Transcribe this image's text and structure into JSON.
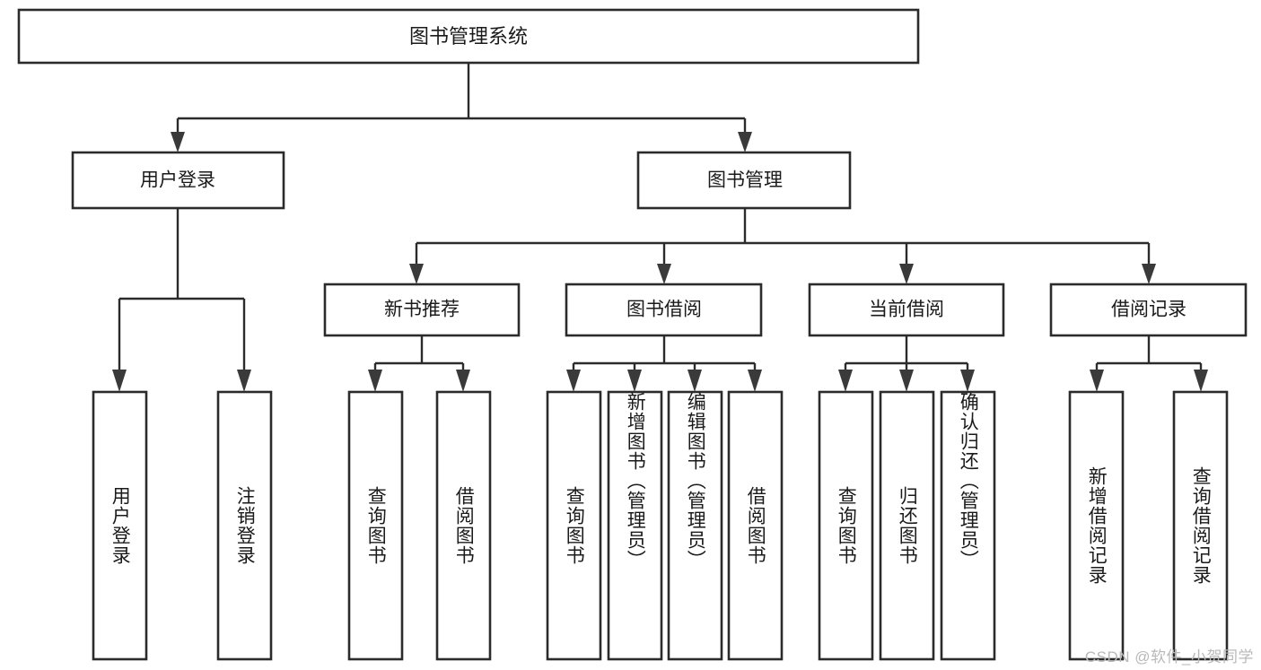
{
  "diagram": {
    "type": "hierarchy-tree",
    "title": "图书管理系统",
    "watermark": "CSDN @软件_小贺同学",
    "colors": {
      "box_stroke": "#2b2b2b",
      "box_fill": "#ffffff",
      "edge": "#2b2b2b",
      "text": "#1a1a1a",
      "watermark": "#b9b9b9",
      "background": "#ffffff"
    },
    "levels": {
      "root": {
        "label": "图书管理系统"
      },
      "level2": [
        {
          "label": "用户登录"
        },
        {
          "label": "图书管理"
        }
      ],
      "level3": [
        {
          "label": "新书推荐"
        },
        {
          "label": "图书借阅"
        },
        {
          "label": "当前借阅"
        },
        {
          "label": "借阅记录"
        }
      ]
    },
    "leaves": {
      "user_login": [
        {
          "label": "用户登录"
        },
        {
          "label": "注销登录"
        }
      ],
      "new_book_recommend": [
        {
          "label": "查询图书"
        },
        {
          "label": "借阅图书"
        }
      ],
      "book_borrow": [
        {
          "label": "查询图书"
        },
        {
          "label": "新增图书（管理员）"
        },
        {
          "label": "编辑图书（管理员）"
        },
        {
          "label": "借阅图书"
        }
      ],
      "current_borrow": [
        {
          "label": "查询图书"
        },
        {
          "label": "归还图书"
        },
        {
          "label": "确认归还（管理员）"
        }
      ],
      "borrow_record": [
        {
          "label": "新增借阅记录"
        },
        {
          "label": "查询借阅记录"
        }
      ]
    }
  }
}
